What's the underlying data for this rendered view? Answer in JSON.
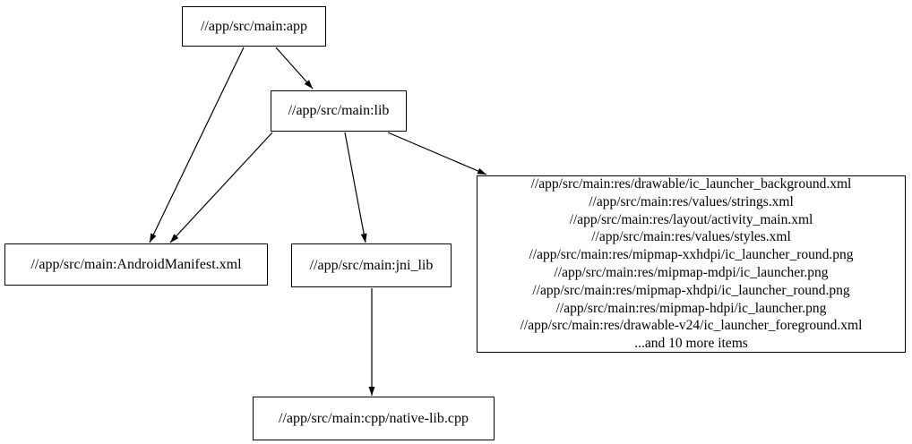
{
  "graph": {
    "background_color": "#ffffff",
    "node_border_color": "#000000",
    "text_color": "#000000",
    "edge_color": "#000000",
    "nodes": {
      "app": {
        "label": "//app/src/main:app"
      },
      "lib": {
        "label": "//app/src/main:lib"
      },
      "manifest": {
        "label": "//app/src/main:AndroidManifest.xml"
      },
      "jni_lib": {
        "label": "//app/src/main:jni_lib"
      },
      "cpp": {
        "label": "//app/src/main:cpp/native-lib.cpp"
      },
      "res_group": {
        "lines": [
          "//app/src/main:res/drawable/ic_launcher_background.xml",
          "//app/src/main:res/values/strings.xml",
          "//app/src/main:res/layout/activity_main.xml",
          "//app/src/main:res/values/styles.xml",
          "//app/src/main:res/mipmap-xxhdpi/ic_launcher_round.png",
          "//app/src/main:res/mipmap-mdpi/ic_launcher.png",
          "//app/src/main:res/mipmap-xhdpi/ic_launcher_round.png",
          "//app/src/main:res/mipmap-hdpi/ic_launcher.png",
          "//app/src/main:res/drawable-v24/ic_launcher_foreground.xml",
          "...and 10 more items"
        ]
      }
    },
    "edges": [
      {
        "from": "app",
        "to": "lib"
      },
      {
        "from": "app",
        "to": "manifest"
      },
      {
        "from": "lib",
        "to": "manifest"
      },
      {
        "from": "lib",
        "to": "jni_lib"
      },
      {
        "from": "lib",
        "to": "res_group"
      },
      {
        "from": "jni_lib",
        "to": "cpp"
      }
    ]
  }
}
